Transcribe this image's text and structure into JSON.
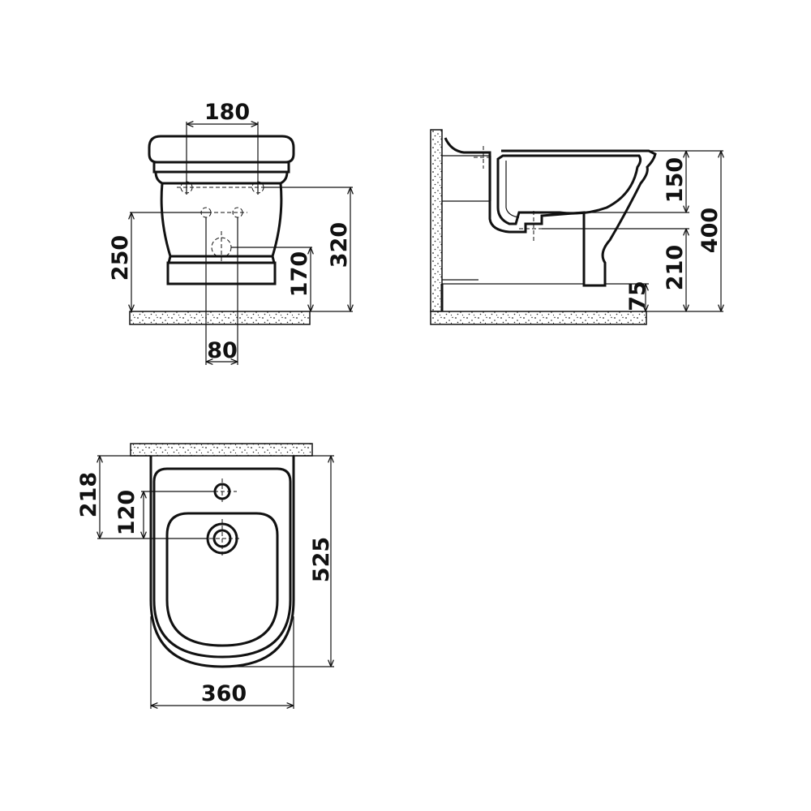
{
  "front_view": {
    "dim_top_width": "180",
    "dim_inlet_height": "250",
    "dim_outlet_height": "170",
    "dim_total_height": "320",
    "dim_outlet_width": "80"
  },
  "side_view": {
    "dim_bowl_depth": "150",
    "dim_waste_height": "210",
    "dim_floor_gap": "75",
    "dim_overall_height": "400"
  },
  "top_view": {
    "dim_tap_hole_offset": "218",
    "dim_waste_offset": "120",
    "dim_length": "525",
    "dim_width": "360"
  }
}
